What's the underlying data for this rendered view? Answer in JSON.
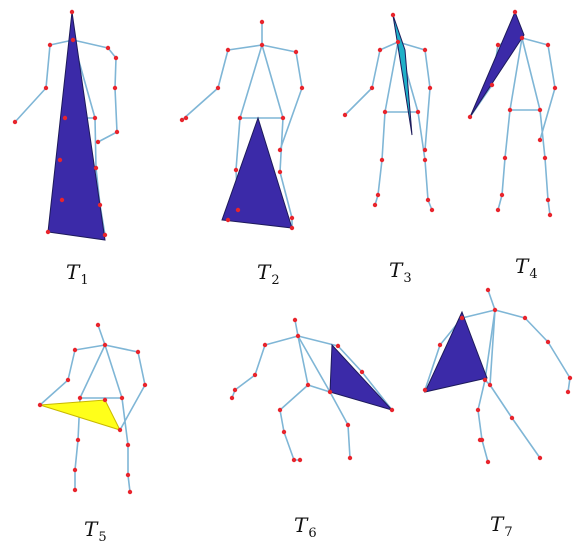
{
  "colors": {
    "bone": "#7fb6d6",
    "joint": "#e8242c",
    "triangle_blue": "#3b2aa8",
    "triangle_cyan": "#1fb0c8",
    "triangle_yellow": "#ffff1a"
  },
  "panels": [
    {
      "symbol": "T",
      "index": "1",
      "triangle_color": "blue"
    },
    {
      "symbol": "T",
      "index": "2",
      "triangle_color": "blue"
    },
    {
      "symbol": "T",
      "index": "3",
      "triangle_color": "cyan"
    },
    {
      "symbol": "T",
      "index": "4",
      "triangle_color": "blue"
    },
    {
      "symbol": "T",
      "index": "5",
      "triangle_color": "yellow"
    },
    {
      "symbol": "T",
      "index": "6",
      "triangle_color": "blue"
    },
    {
      "symbol": "T",
      "index": "7",
      "triangle_color": "blue"
    }
  ]
}
